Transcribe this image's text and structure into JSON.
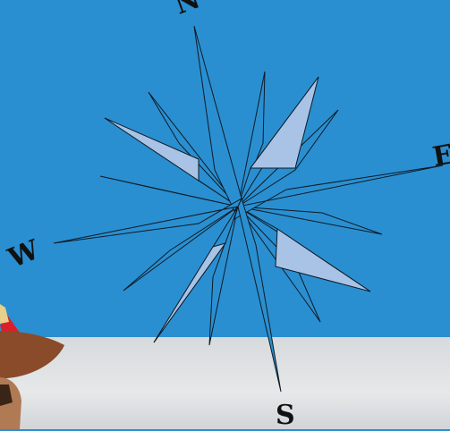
{
  "colors": {
    "sky": "#2a8fd0",
    "ground": "#dfe2e4",
    "star_fill": "#2a8fd0",
    "star_highlight": "#a9c3e6",
    "stroke": "#0d1a26"
  },
  "compass": {
    "north": "N",
    "east": "E",
    "south": "S",
    "west": "W"
  },
  "photo_subject": "person-in-straw-hat"
}
